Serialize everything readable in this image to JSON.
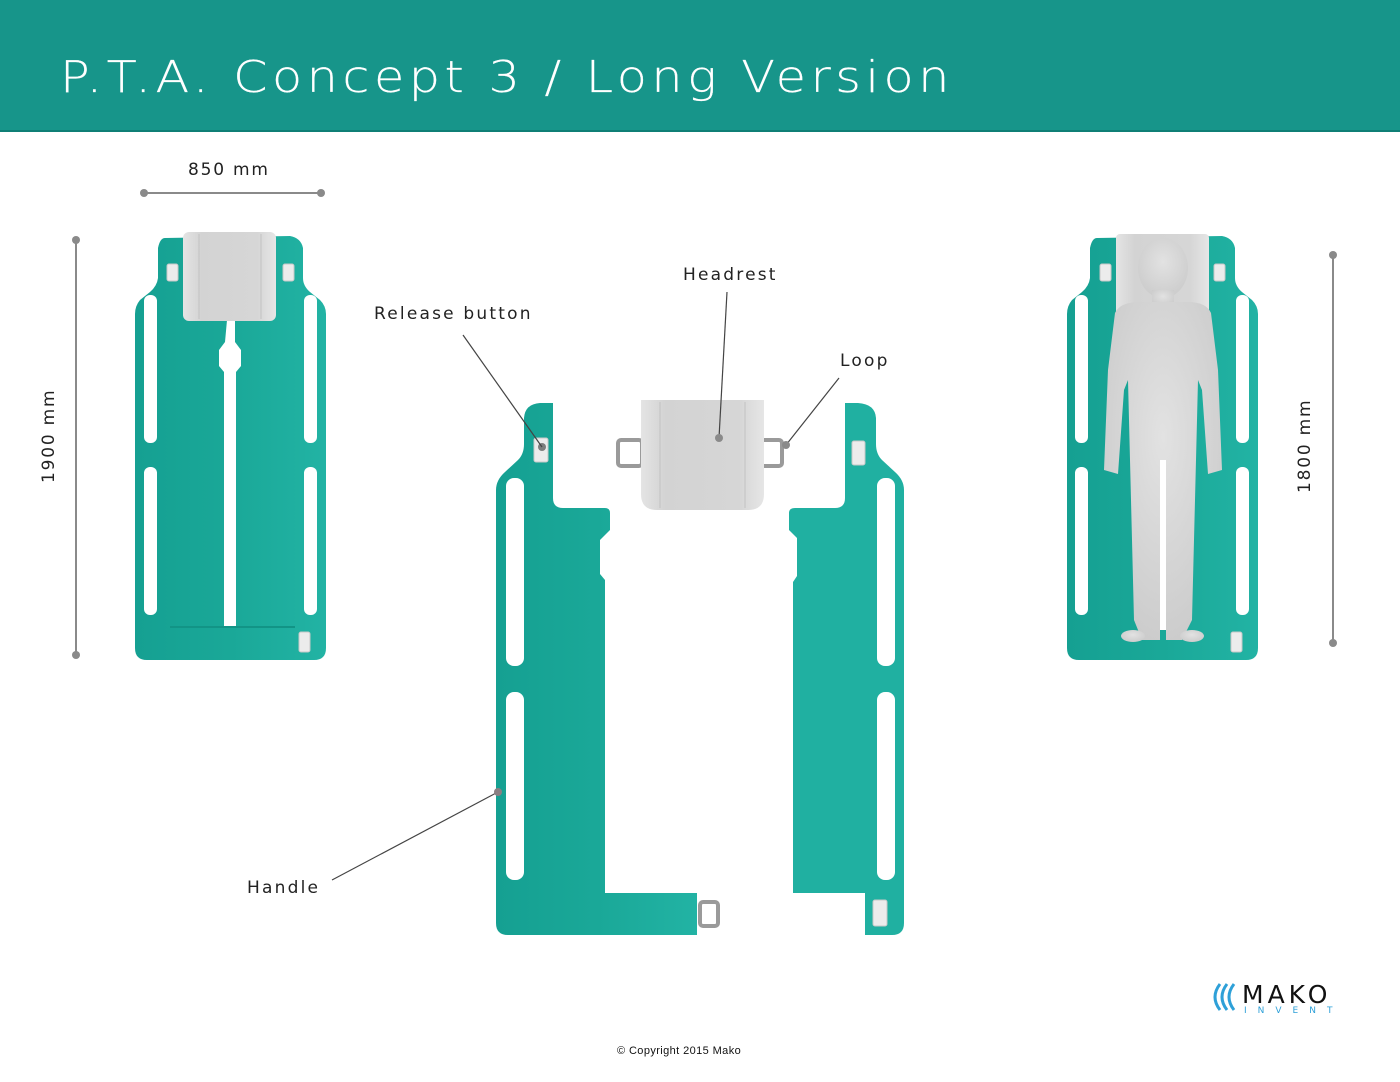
{
  "header": {
    "title": "P.T.A. Concept 3 / Long Version"
  },
  "colors": {
    "header_bg": "#17958a",
    "board_teal": "#1fae9f",
    "board_teal_dark": "#16998b",
    "headrest_grey": "#dcdcdc",
    "logo_blue": "#2ea0d8"
  },
  "dimensions": {
    "width_label": "850 mm",
    "length_label": "1900 mm",
    "patient_height_label": "1800 mm"
  },
  "callouts": {
    "release_button": "Release button",
    "headrest": "Headrest",
    "loop": "Loop",
    "handle": "Handle"
  },
  "views": {
    "assembled": "assembled-board-top-view",
    "exploded": "exploded-board-view",
    "with_patient": "board-with-patient-view"
  },
  "logo": {
    "brand": "MAKO",
    "tagline": "INVENT",
    "icon": "wave-icon"
  },
  "footer": {
    "copyright": "© Copyright 2015 Mako"
  }
}
